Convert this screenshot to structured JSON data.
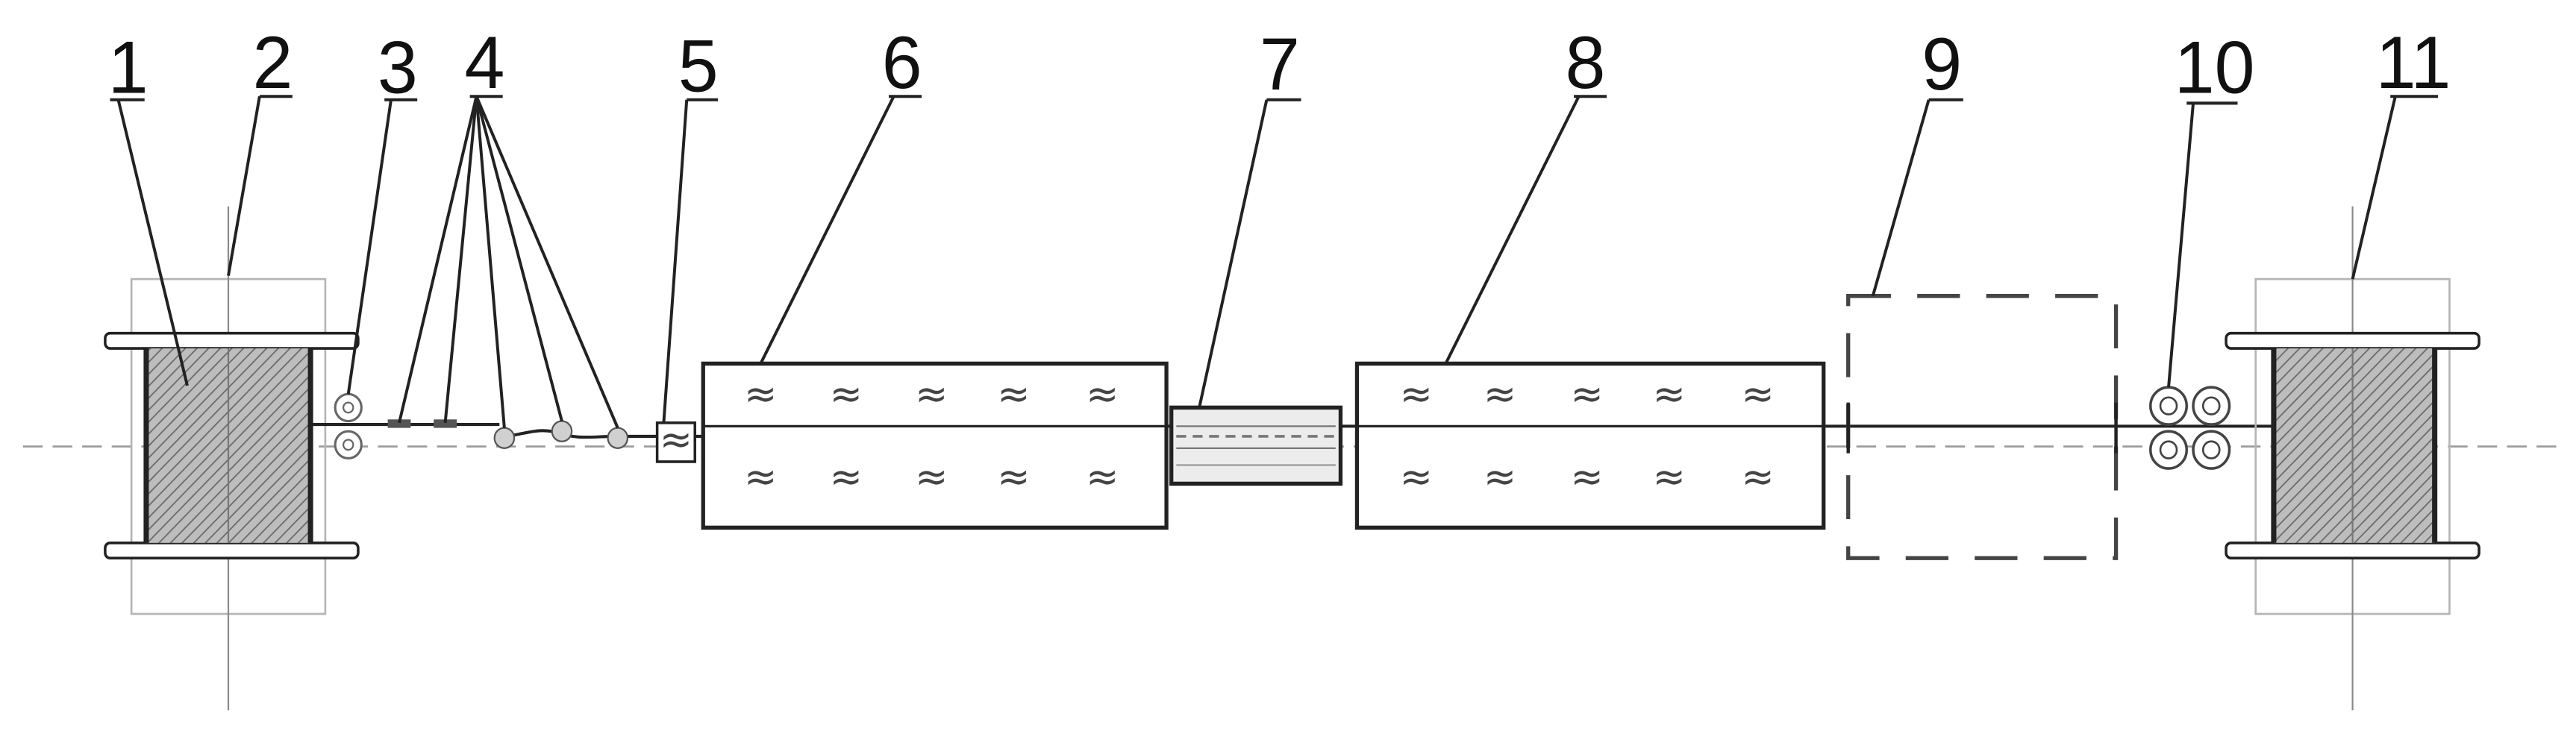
{
  "diagram": {
    "labels": [
      {
        "id": "1",
        "text": "1"
      },
      {
        "id": "2",
        "text": "2"
      },
      {
        "id": "3",
        "text": "3"
      },
      {
        "id": "4",
        "text": "4"
      },
      {
        "id": "5",
        "text": "5"
      },
      {
        "id": "6",
        "text": "6"
      },
      {
        "id": "7",
        "text": "7"
      },
      {
        "id": "8",
        "text": "8"
      },
      {
        "id": "9",
        "text": "9"
      },
      {
        "id": "10",
        "text": "10"
      },
      {
        "id": "11",
        "text": "11"
      }
    ],
    "heater_symbol": "≈"
  }
}
